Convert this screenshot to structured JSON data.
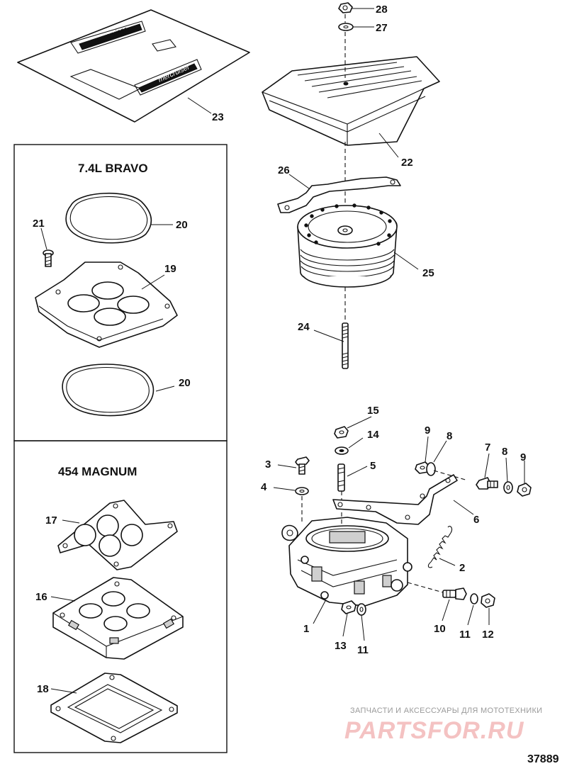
{
  "diagram_id": "37889",
  "boxes": {
    "bravo_title": "7.4L BRAVO",
    "magnum_title": "454 MAGNUM"
  },
  "decal_logo": "mercruiser",
  "watermark": {
    "line1": "ЗАПЧАСТИ И АКСЕССУАРЫ ДЛЯ МОТОТЕХНИКИ",
    "line2": "PARTSFOR.RU"
  },
  "callouts": {
    "c28": "28",
    "c27": "27",
    "c23": "23",
    "c22": "22",
    "c26": "26",
    "c25": "25",
    "c24": "24",
    "c21": "21",
    "c20a": "20",
    "c19": "19",
    "c20b": "20",
    "c17": "17",
    "c16": "16",
    "c18": "18",
    "c15": "15",
    "c14": "14",
    "c9a": "9",
    "c8a": "8",
    "c7": "7",
    "c8b": "8",
    "c9b": "9",
    "c3": "3",
    "c5": "5",
    "c4": "4",
    "c6": "6",
    "c2": "2",
    "c1": "1",
    "c10": "10",
    "c11a": "11",
    "c12": "12",
    "c13": "13",
    "c11b": "11"
  }
}
